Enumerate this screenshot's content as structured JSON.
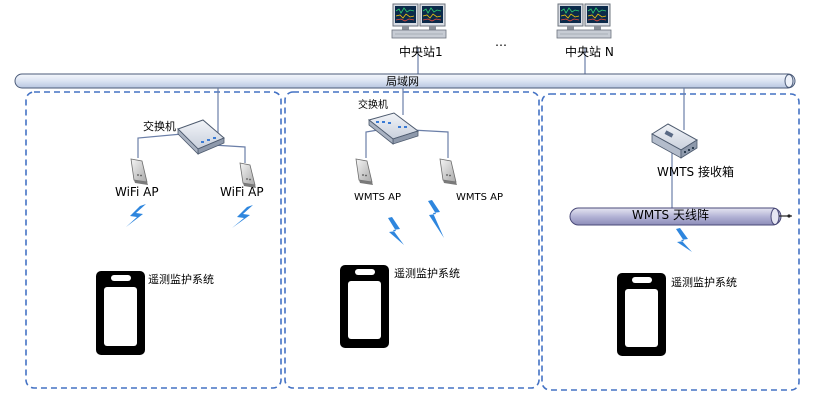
{
  "lan_label": "局域网",
  "central_stations": [
    {
      "label": "中央站1"
    },
    {
      "label": "中央站 N"
    }
  ],
  "ellipsis_label": "…",
  "zone_wifi": {
    "switch_label": "交换机",
    "ap_labels": [
      "WiFi AP",
      "WiFi AP"
    ],
    "device_label": "遥测监护系统"
  },
  "zone_wmts_ap": {
    "switch_label": "交换机",
    "ap_labels": [
      "WMTS AP",
      "WMTS AP"
    ],
    "device_label": "遥测监护系统"
  },
  "zone_wmts_antenna": {
    "receiver_label": "WMTS 接收箱",
    "antenna_label": "WMTS 天线阵",
    "device_label": "遥测监护系统"
  },
  "colors": {
    "dashed_border": "#4472c4",
    "lan_bar_fill": "#dbe3f2",
    "lightning": "#2e86de",
    "device": "#000000"
  }
}
